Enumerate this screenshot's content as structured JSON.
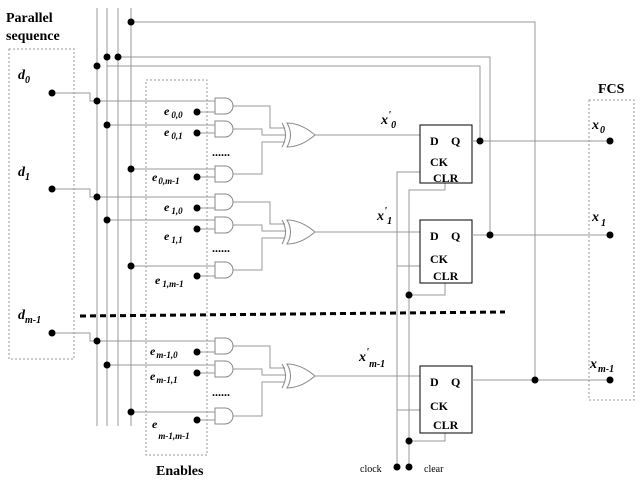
{
  "titles": {
    "parallel_line1": "Parallel",
    "parallel_line2": "sequence",
    "fcs": "FCS",
    "enables": "Enables"
  },
  "inputs": [
    {
      "base": "d",
      "sub": "0"
    },
    {
      "base": "d",
      "sub": "1"
    },
    {
      "base": "d",
      "sub": "m-1"
    }
  ],
  "enables": [
    {
      "base": "e",
      "sub": "0,0"
    },
    {
      "base": "e",
      "sub": "0,1"
    },
    {
      "base": "e",
      "sub": "0,m-1"
    },
    {
      "base": "e",
      "sub": "1,0"
    },
    {
      "base": "e",
      "sub": "1,1"
    },
    {
      "base": "e",
      "sub": "1,m-1"
    },
    {
      "base": "e",
      "sub": "m-1,0"
    },
    {
      "base": "e",
      "sub": "m-1,1"
    },
    {
      "base": "e",
      "sub": "m-1,m-1"
    }
  ],
  "xor_outputs": [
    {
      "base": "x",
      "prime": "'",
      "sub": "0"
    },
    {
      "base": "x",
      "prime": "'",
      "sub": "1"
    },
    {
      "base": "x",
      "prime": "'",
      "sub": "m-1"
    }
  ],
  "flipflop": {
    "d": "D",
    "q": "Q",
    "ck": "CK",
    "clr": "CLR"
  },
  "outputs": [
    {
      "base": "x",
      "sub": "0"
    },
    {
      "base": "x",
      "sub": "1"
    },
    {
      "base": "x",
      "sub": "m-1"
    }
  ],
  "clock_label": "clock",
  "clear_label": "clear",
  "ellipsis": "......"
}
